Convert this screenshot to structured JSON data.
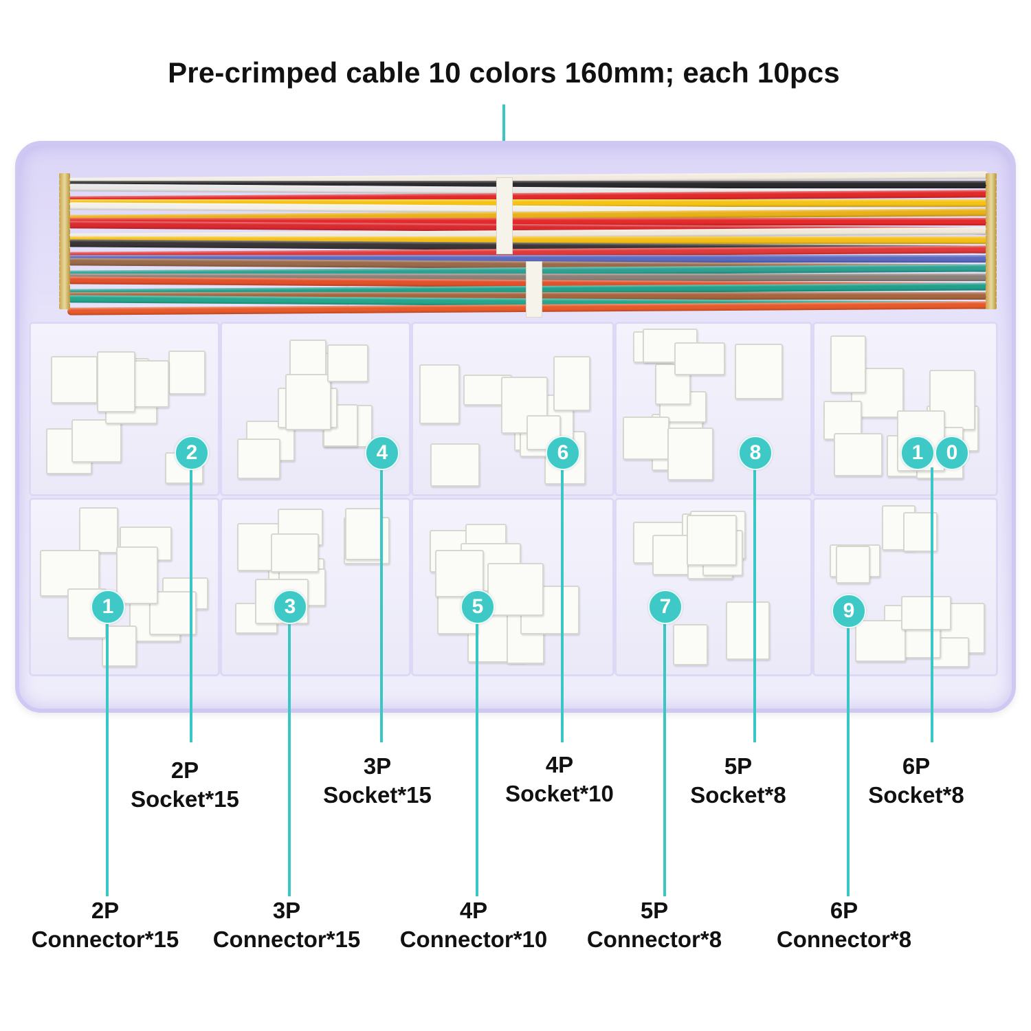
{
  "title": "Pre-crimped cable 10 colors 160mm; each 10pcs",
  "colors": {
    "accent": "#3fc9c6",
    "line": "#39c6c4",
    "text": "#111111",
    "box": "#dcd6f7"
  },
  "wire_colors": [
    "#f2ece0",
    "#2b2a2d",
    "#e8e6e6",
    "#e12b2b",
    "#f5c316",
    "#f3f0ea",
    "#e8b11a",
    "#e42a2a",
    "#d92a2f",
    "#f0e9db",
    "#f4bf19",
    "#3a3638",
    "#e03a3a",
    "#5c6abf",
    "#9a6a4b",
    "#2fa192",
    "#8c8078",
    "#e1512b",
    "#22a08c",
    "#a86640",
    "#27a68e",
    "#e65a2b"
  ],
  "badges": [
    {
      "id": "1",
      "text": "1"
    },
    {
      "id": "2",
      "text": "2"
    },
    {
      "id": "3",
      "text": "3"
    },
    {
      "id": "4",
      "text": "4"
    },
    {
      "id": "5",
      "text": "5"
    },
    {
      "id": "6",
      "text": "6"
    },
    {
      "id": "7",
      "text": "7"
    },
    {
      "id": "8",
      "text": "8"
    },
    {
      "id": "9",
      "text": "9"
    },
    {
      "id": "10a",
      "text": "1"
    },
    {
      "id": "10b",
      "text": "0"
    }
  ],
  "labels": {
    "socket_2p": {
      "line1": "2P",
      "line2": "Socket*15"
    },
    "socket_3p": {
      "line1": "3P",
      "line2": "Socket*15"
    },
    "socket_4p": {
      "line1": "4P",
      "line2": "Socket*10"
    },
    "socket_5p": {
      "line1": "5P",
      "line2": "Socket*8"
    },
    "socket_6p": {
      "line1": "6P",
      "line2": "Socket*8"
    },
    "connector_2p": {
      "line1": "2P",
      "line2": "Connector*15"
    },
    "connector_3p": {
      "line1": "3P",
      "line2": "Connector*15"
    },
    "connector_4p": {
      "line1": "4P",
      "line2": "Connector*10"
    },
    "connector_5p": {
      "line1": "5P",
      "line2": "Connector*8"
    },
    "connector_6p": {
      "line1": "6P",
      "line2": "Connector*8"
    }
  }
}
